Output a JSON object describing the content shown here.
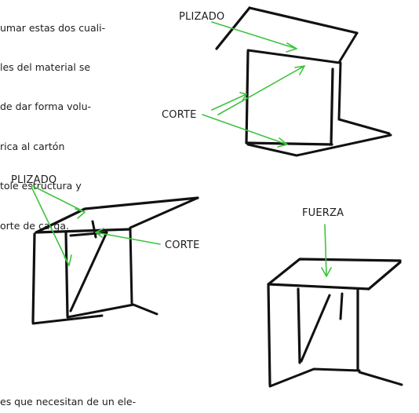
{
  "intro_lines": [
    "umar estas dos cuali-",
    "les del material se",
    "de dar forma volu-",
    "rica al cartón",
    "tole estructura y",
    "orte de carga."
  ],
  "bottom_text": "es que necesitan de un ele-",
  "labels": {
    "plizado_top": "PLIZADO",
    "corte_top": "CORTE",
    "plizado_left": "PLIZADO",
    "corte_left": "CORTE",
    "fuerza": "FUERZA"
  },
  "colors": {
    "arrow": "#3ec33e",
    "ink": "#111111",
    "text": "#1d1d1d"
  }
}
